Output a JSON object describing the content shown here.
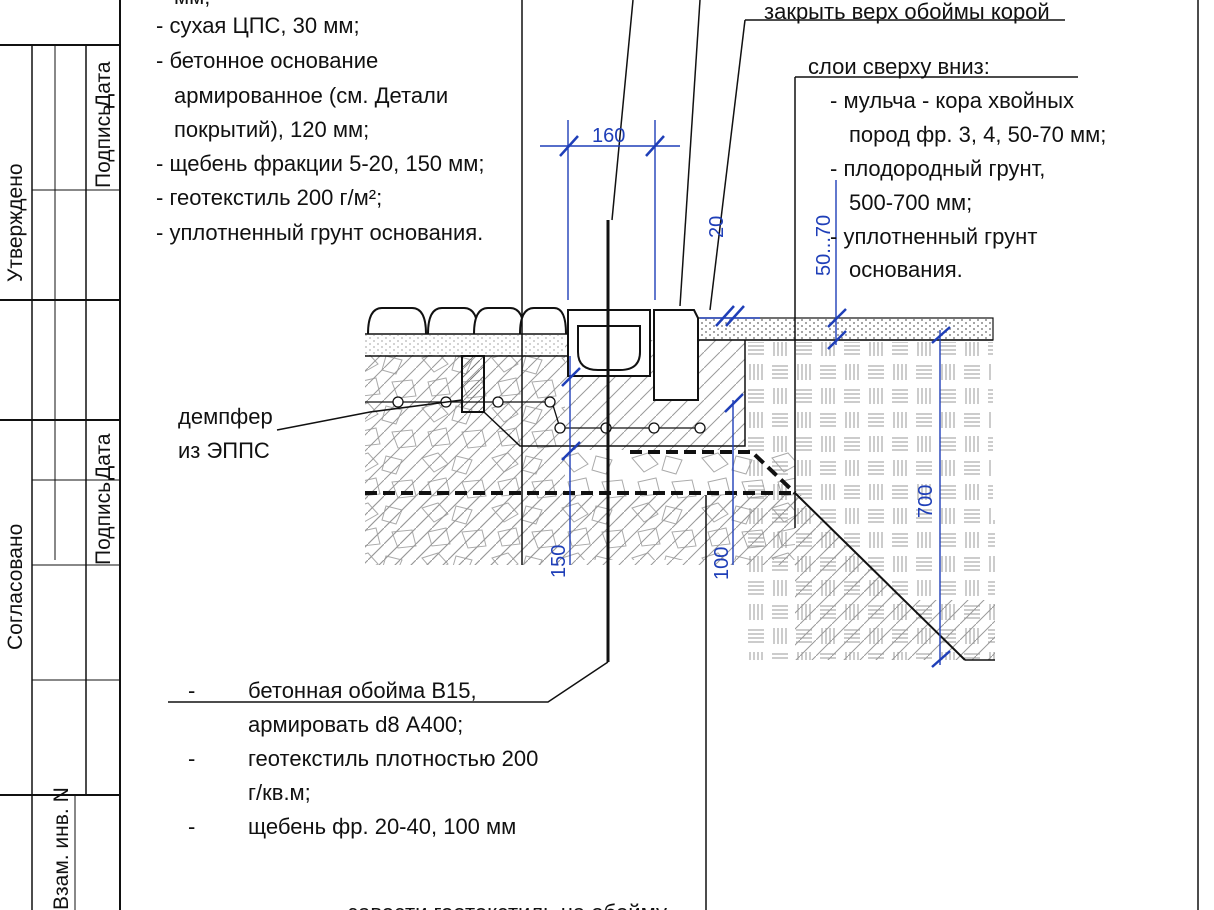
{
  "stamp": {
    "approved": "Утверждено",
    "agreed": "Согласовано",
    "sign_1": "Подпись",
    "date_1": "Дата",
    "sign_2": "Подпись",
    "date_2": "Дата",
    "inv_no": "Взам. инв. N"
  },
  "notes_left": {
    "top_partial": "мм;",
    "items": [
      "- сухая ЦПС, 30 мм;",
      "- бетонное основание",
      "армированное (см. Детали",
      "покрытий), 120 мм;",
      "- щебень фракции 5-20, 150 мм;",
      "- геотекстиль 200 г/м²;",
      "- уплотненный грунт основания."
    ]
  },
  "note_cover_top": "закрыть верх обоймы корой",
  "notes_right": {
    "title": "слои сверху вниз:",
    "items": [
      "- мульча - кора хвойных",
      "пород фр. 3, 4, 50-70 мм;",
      "- плодородный грунт,",
      "500-700 мм;",
      "- уплотненный грунт",
      "основания."
    ]
  },
  "damper_label": [
    "демпфер",
    "из ЭППС"
  ],
  "notes_bottom": {
    "items": [
      {
        "bullet": "-",
        "lines": [
          "бетонная обойма В15,",
          "армировать d8 А400;"
        ]
      },
      {
        "bullet": "-",
        "lines": [
          "геотекстиль плотностью 200",
          "г/кв.м;"
        ]
      },
      {
        "bullet": "-",
        "lines": [
          "щебень фр. 20-40, 100 мм"
        ]
      }
    ],
    "bottom_partial": "завести геотекстиль на обойму"
  },
  "dimensions": {
    "d160": "160",
    "d20": "20",
    "d50_70": "50...70",
    "d150": "150",
    "d100": "100",
    "d700": "700"
  },
  "colors": {
    "dimension": "#1f3fb8",
    "line": "#111111"
  }
}
